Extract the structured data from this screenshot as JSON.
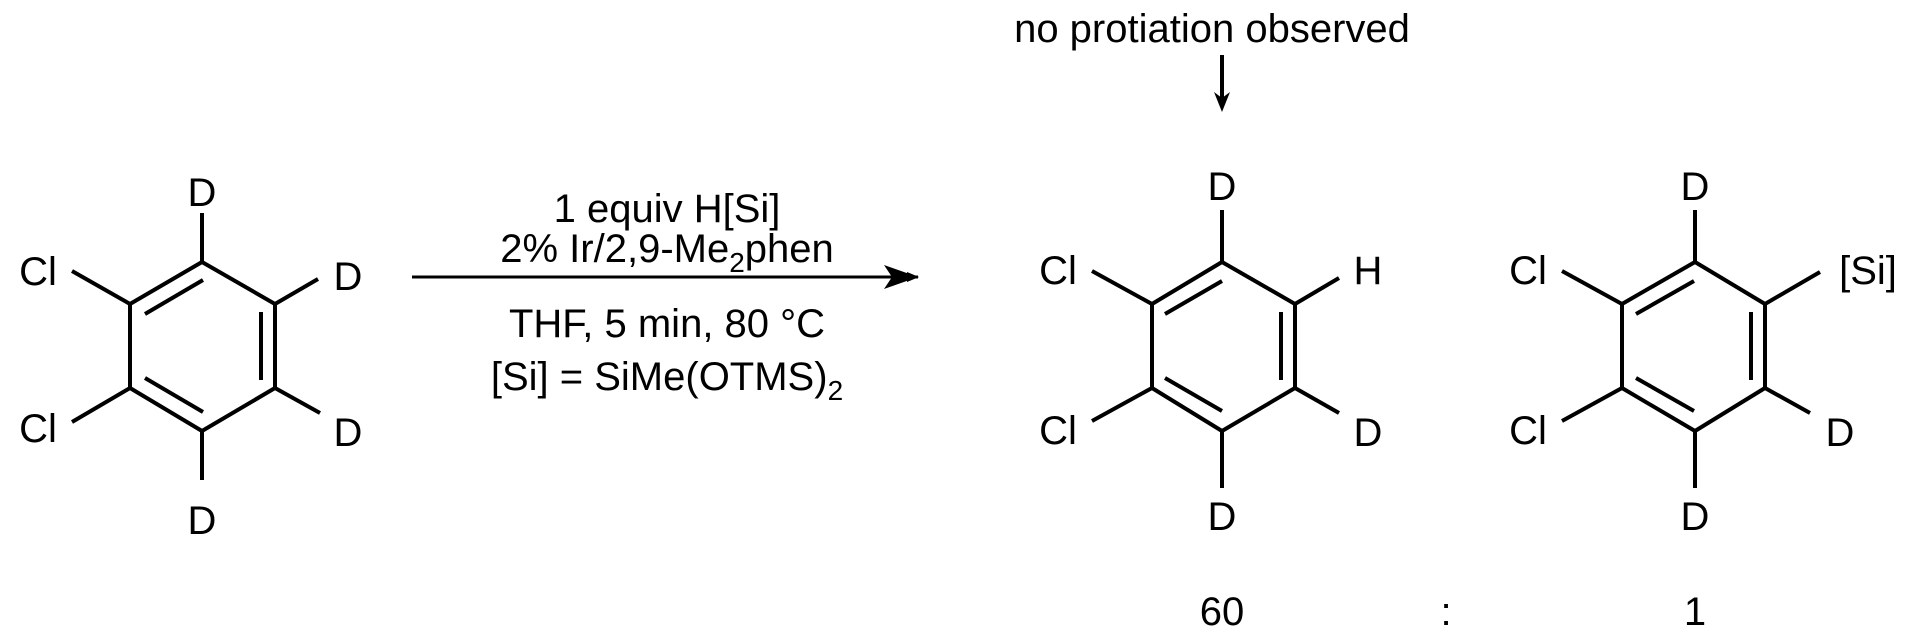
{
  "scheme": {
    "title": "",
    "colors": {
      "ink": "#000000",
      "background": "#ffffff"
    },
    "reactant": {
      "name": "1,2-dichlorobenzene-d4",
      "labels": {
        "cl_top": "Cl",
        "cl_bottom": "Cl",
        "d_top": "D",
        "d_right_top": "D",
        "d_right_bottom": "D",
        "d_bottom": "D"
      }
    },
    "conditions": {
      "above_line1": "1 equiv H[Si]",
      "above_line2_main": "2% Ir/2,9-Me",
      "above_line2_sub": "2",
      "above_line2_tail": "phen",
      "below_line1": "THF, 5 min, 80 °C",
      "below_line2_main": "[Si] = SiMe(OTMS)",
      "below_line2_sub": "2"
    },
    "annotation": {
      "text": "no protiation observed"
    },
    "product_1": {
      "labels": {
        "cl_top": "Cl",
        "cl_bottom": "Cl",
        "d_top": "D",
        "h_right_top": "H",
        "d_right_bottom": "D",
        "d_bottom": "D"
      },
      "ratio": "60"
    },
    "ratio_separator": ":",
    "product_2": {
      "labels": {
        "cl_top": "Cl",
        "cl_bottom": "Cl",
        "d_top": "D",
        "si_right_top": "[Si]",
        "d_right_bottom": "D",
        "d_bottom": "D"
      },
      "ratio": "1"
    }
  }
}
